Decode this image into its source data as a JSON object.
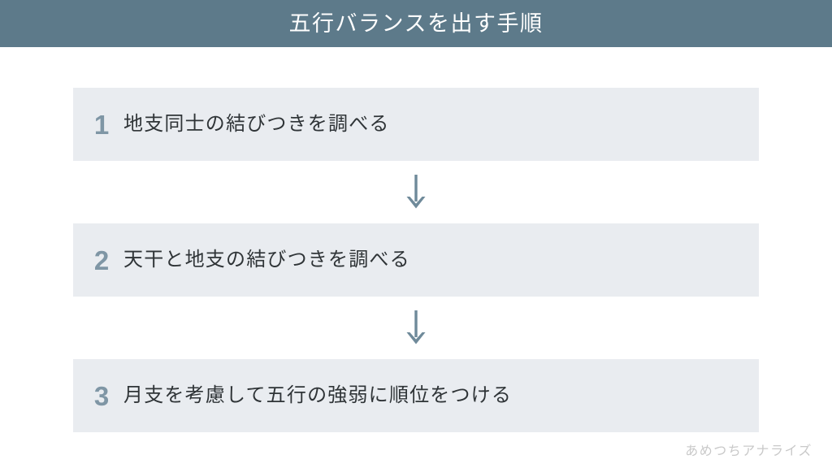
{
  "header": {
    "title": "五行バランスを出す手順",
    "background_color": "#5d7a8a",
    "text_color": "#ffffff"
  },
  "steps": [
    {
      "number": "1",
      "text": "地支同士の結びつきを調べる"
    },
    {
      "number": "2",
      "text": "天干と地支の結びつきを調べる"
    },
    {
      "number": "3",
      "text": "月支を考慮して五行の強弱に順位をつける"
    }
  ],
  "connectors": [
    {
      "icon": "arrow-down-icon"
    },
    {
      "icon": "arrow-down-icon"
    }
  ],
  "footer": {
    "watermark": "あめつちアナライズ",
    "text_color": "#c9c9c9"
  },
  "colors": {
    "accent": "#5d7a8a",
    "step_box_background": "#e9ecf0",
    "step_number": "#7f96a5",
    "step_text": "#2f3437",
    "arrow": "#6f8a9a",
    "page_background": "#ffffff"
  }
}
